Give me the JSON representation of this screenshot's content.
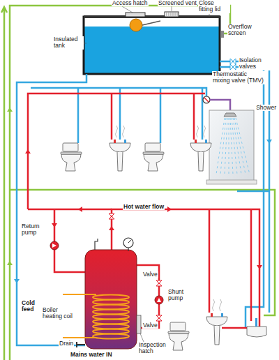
{
  "diagram": {
    "labels": [
      "Access hatch",
      "Screened vent",
      "Close fitting lid",
      "Overflow screen",
      "Insulated tank",
      "Isolation valves",
      "Thermostatic mixing valve (TMV)",
      "Shower",
      "Hot water flow",
      "Return pump",
      "Cold feed",
      "Boiler heating coil",
      "Valve",
      "Valve",
      "Shunt pump",
      "Drain",
      "Inspection hatch",
      "Mains water IN"
    ]
  }
}
